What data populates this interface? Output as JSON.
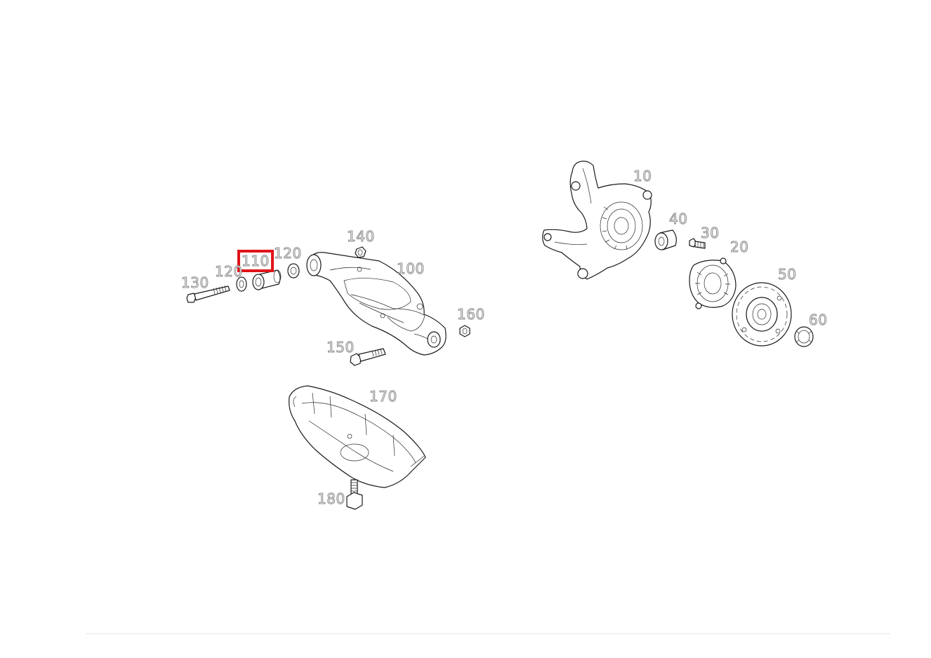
{
  "diagram": {
    "highlight_color": "#e0141a",
    "selected_callout": "110",
    "callouts": [
      {
        "id": "10",
        "label": "10",
        "part": "steering-knuckle"
      },
      {
        "id": "20",
        "label": "20",
        "part": "wheel-bearing-housing"
      },
      {
        "id": "30",
        "label": "30",
        "part": "screw"
      },
      {
        "id": "40",
        "label": "40",
        "part": "bushing"
      },
      {
        "id": "50",
        "label": "50",
        "part": "hub-flange-disc"
      },
      {
        "id": "60",
        "label": "60",
        "part": "collar-nut"
      },
      {
        "id": "100",
        "label": "100",
        "part": "control-arm"
      },
      {
        "id": "110",
        "label": "110",
        "part": "rubber-bushing"
      },
      {
        "id": "120a",
        "label": "120",
        "part": "washer"
      },
      {
        "id": "120b",
        "label": "120",
        "part": "washer"
      },
      {
        "id": "130",
        "label": "130",
        "part": "bolt"
      },
      {
        "id": "140",
        "label": "140",
        "part": "nut"
      },
      {
        "id": "150",
        "label": "150",
        "part": "bolt"
      },
      {
        "id": "160",
        "label": "160",
        "part": "nut"
      },
      {
        "id": "170",
        "label": "170",
        "part": "cover-panel"
      },
      {
        "id": "180",
        "label": "180",
        "part": "bolt"
      }
    ]
  }
}
